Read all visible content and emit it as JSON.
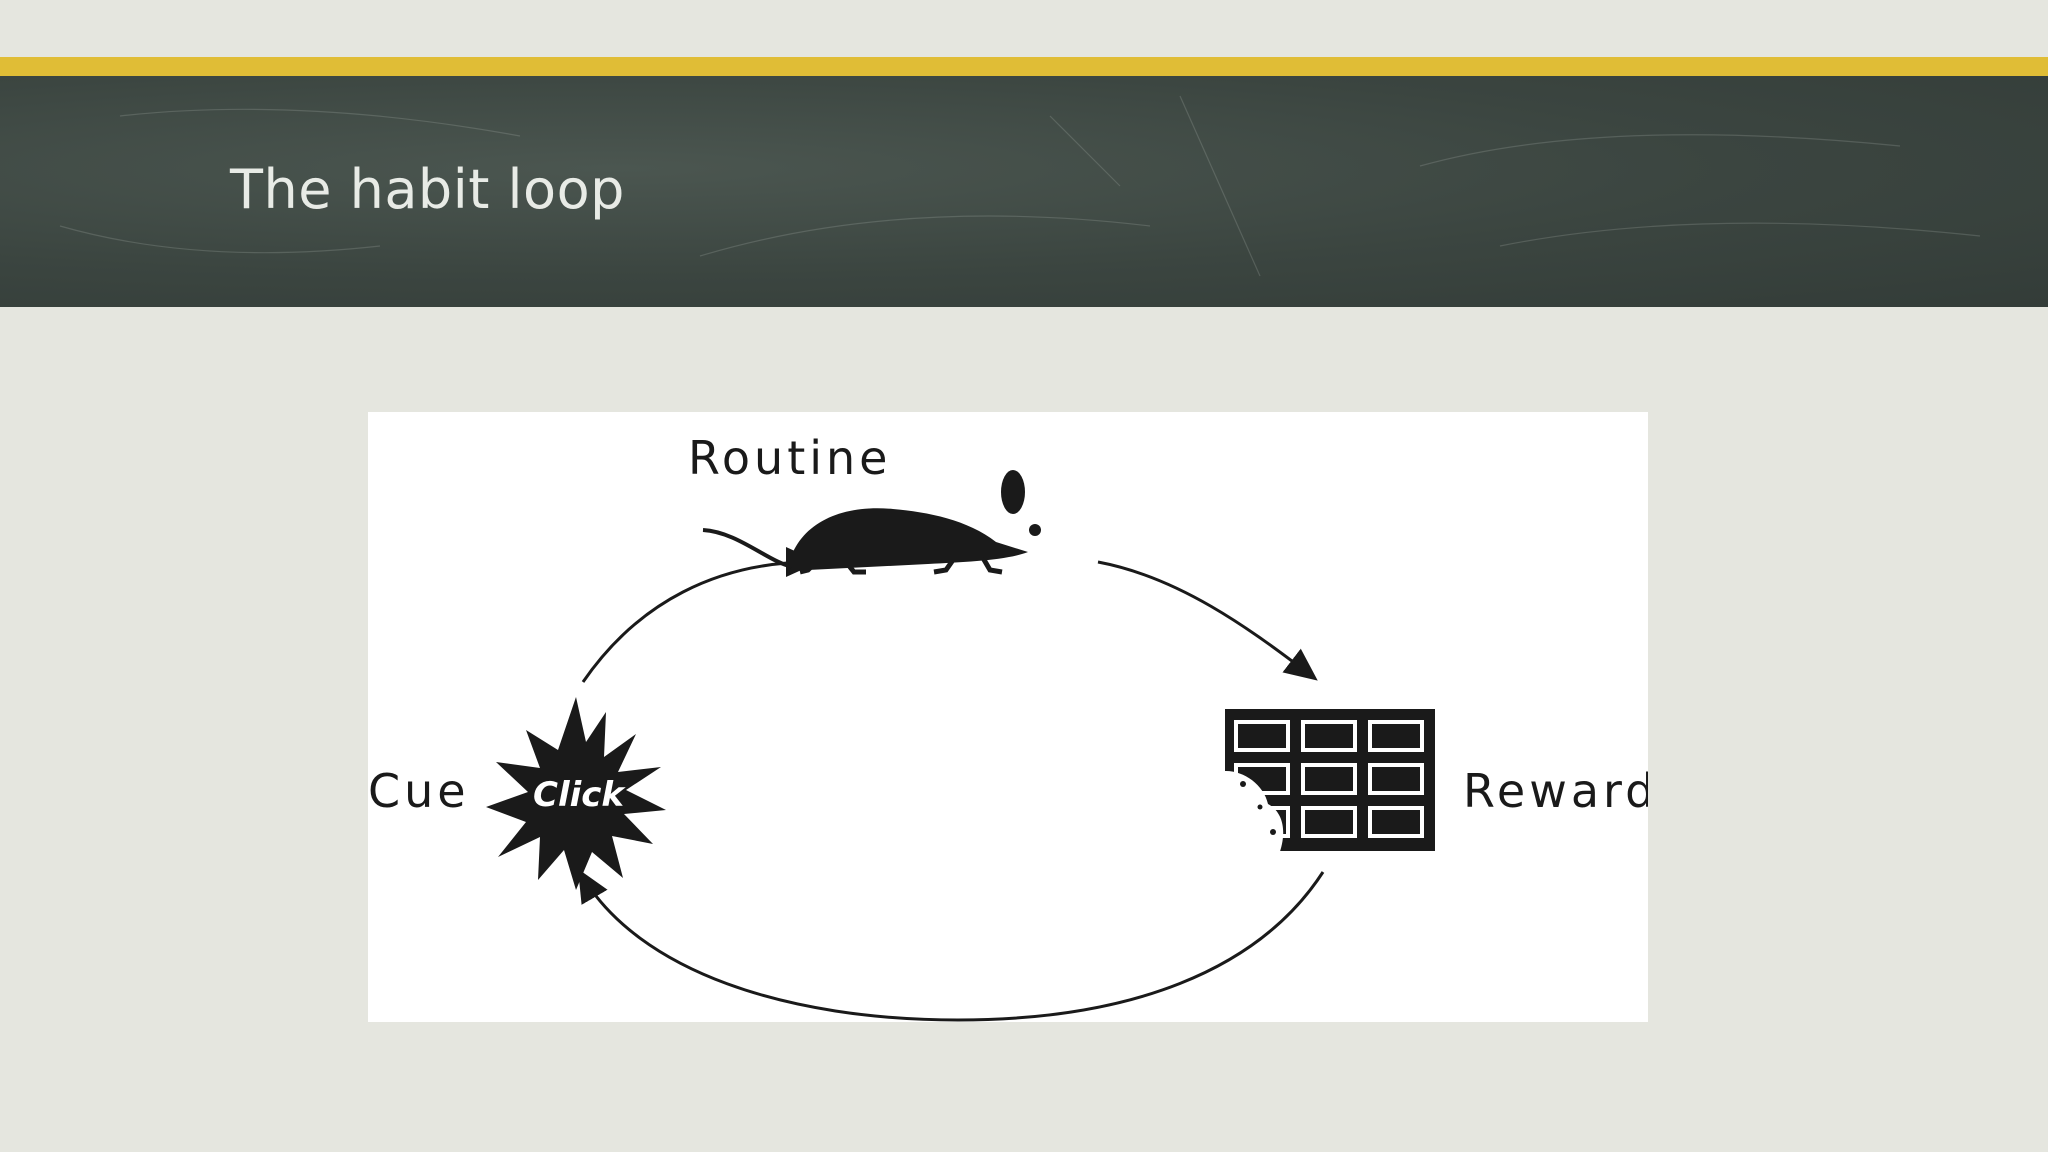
{
  "slide": {
    "title": "The habit loop"
  },
  "diagram": {
    "labels": {
      "routine": "Routine",
      "cue": "Cue",
      "reward": "Reward",
      "burst": "Click"
    },
    "icons": {
      "routine": "mouse-icon",
      "cue": "starburst-icon",
      "reward": "chocolate-bar-icon"
    },
    "colors": {
      "accent_bar": "#e0bd36",
      "title_band": "#3b4540",
      "background": "#e5e6df",
      "ink": "#1a1a1a"
    }
  }
}
